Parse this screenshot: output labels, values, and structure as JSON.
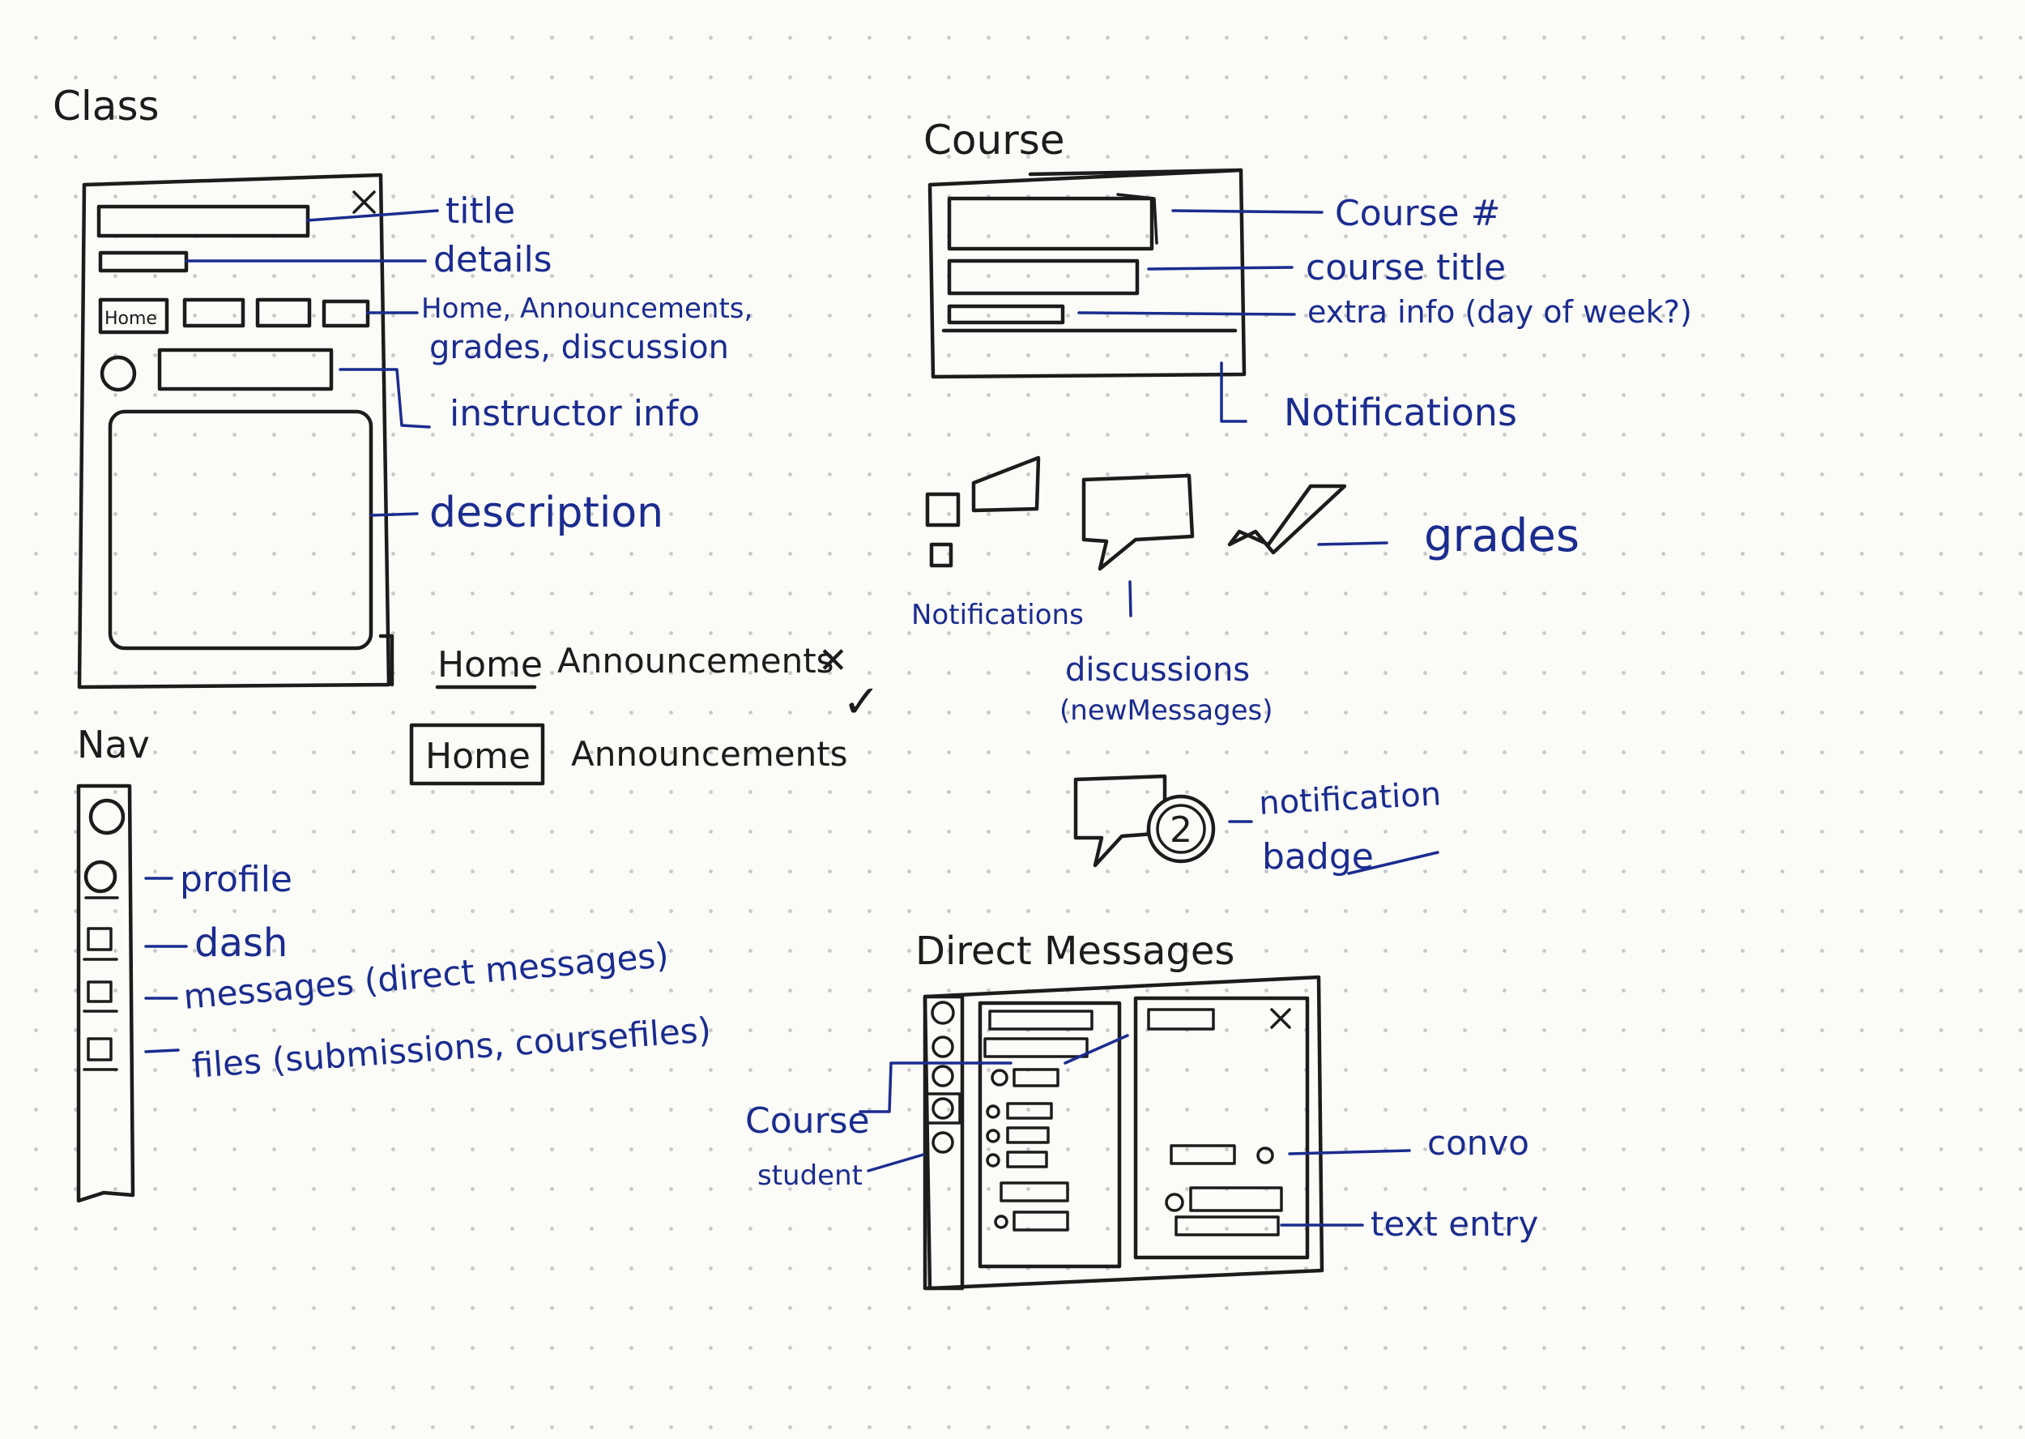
{
  "colors": {
    "ink": "#1c1c1c",
    "annotation": "#1b2c8f",
    "paper": "#fbfbf8"
  },
  "class_section": {
    "heading": "Class",
    "tab_sample": "Home",
    "labels": {
      "title": "title",
      "details": "details",
      "tabs_line1": "Home, Announcements,",
      "tabs_line2": "grades, discussion",
      "instructor": "instructor info",
      "description": "description"
    },
    "tab_styles": {
      "underline_home": "Home",
      "underline_announcements": "Announcements",
      "underline_mark": "✕",
      "boxed_home": "Home",
      "boxed_announcements": "Announcements",
      "boxed_mark": "✓"
    }
  },
  "nav_section": {
    "heading": "Nav",
    "labels": {
      "profile": "profile",
      "dash": "dash",
      "messages": "messages (direct messages)",
      "files": "files (submissions, coursefiles)"
    }
  },
  "course_section": {
    "heading": "Course",
    "labels": {
      "course_number": "Course #",
      "course_title": "course title",
      "extra_info": "extra info (day of week?)",
      "notifications": "Notifications"
    },
    "icons": {
      "notifications": "Notifications",
      "discussions_line1": "discussions",
      "discussions_line2": "(newMessages)",
      "grades": "grades"
    },
    "badge": {
      "count": "2",
      "label_line1": "notification",
      "label_line2": "badge"
    }
  },
  "dm_section": {
    "heading": "Direct Messages",
    "labels": {
      "course": "Course",
      "student": "student",
      "convo": "convo",
      "text_entry": "text entry"
    }
  }
}
